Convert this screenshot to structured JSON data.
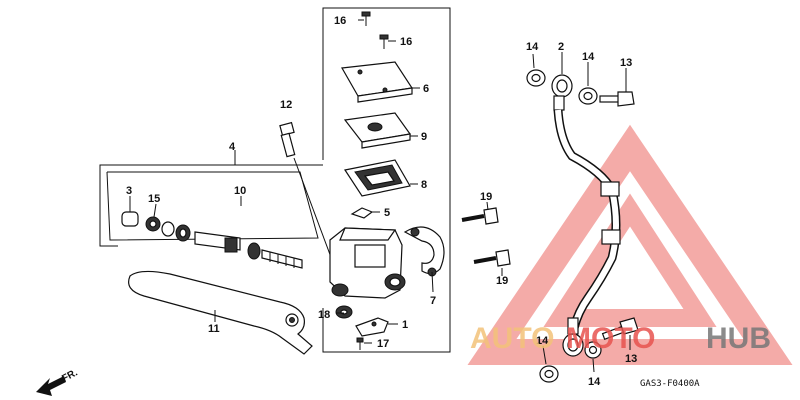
{
  "diagram": {
    "callouts": [
      {
        "id": "c16a",
        "text": "16"
      },
      {
        "id": "c16b",
        "text": "16"
      },
      {
        "id": "c6",
        "text": "6"
      },
      {
        "id": "c9",
        "text": "9"
      },
      {
        "id": "c8",
        "text": "8"
      },
      {
        "id": "c5",
        "text": "5"
      },
      {
        "id": "c12",
        "text": "12"
      },
      {
        "id": "c4",
        "text": "4"
      },
      {
        "id": "c3",
        "text": "3"
      },
      {
        "id": "c15",
        "text": "15"
      },
      {
        "id": "c10",
        "text": "10"
      },
      {
        "id": "c7",
        "text": "7"
      },
      {
        "id": "c11",
        "text": "11"
      },
      {
        "id": "c18",
        "text": "18"
      },
      {
        "id": "c1",
        "text": "1"
      },
      {
        "id": "c17",
        "text": "17"
      },
      {
        "id": "c14a",
        "text": "14"
      },
      {
        "id": "c2",
        "text": "2"
      },
      {
        "id": "c14b",
        "text": "14"
      },
      {
        "id": "c13a",
        "text": "13"
      },
      {
        "id": "c19a",
        "text": "19"
      },
      {
        "id": "c19b",
        "text": "19"
      },
      {
        "id": "c14c",
        "text": "14"
      },
      {
        "id": "c14d",
        "text": "14"
      },
      {
        "id": "c13b",
        "text": "13"
      }
    ],
    "front_arrow_label": "FR.",
    "drawing_code": "GAS3-F0400A"
  },
  "watermark": {
    "part1": "AUTO",
    "part2": "MOTO",
    "part3": "HUB",
    "colors": {
      "triangle": "#e8534f",
      "auto": "#f3c27a",
      "moto": "#e8534f",
      "hub": "#777777"
    }
  }
}
